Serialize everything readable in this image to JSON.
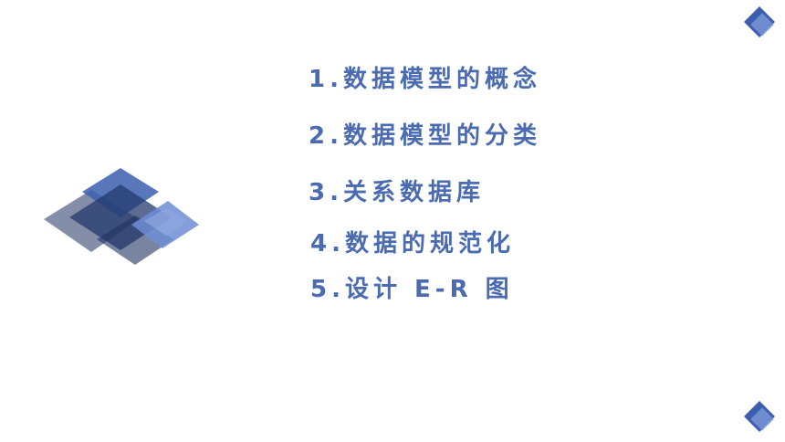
{
  "agenda": {
    "items": [
      {
        "label": "1.数据模型的概念"
      },
      {
        "label": "2.数据模型的分类"
      },
      {
        "label": "3.关系数据库"
      },
      {
        "label": "4.数据的规范化"
      },
      {
        "label": "5.设计 E-R 图"
      }
    ]
  },
  "colors": {
    "text": "#4a6bb2",
    "ornament_dark": "#2e4274",
    "ornament_mid": "#3b5fae",
    "ornament_light": "#7d98d6"
  },
  "decorations": [
    "diamond-cluster-large",
    "diamond-ornament-top-right",
    "diamond-ornament-bottom-right"
  ]
}
